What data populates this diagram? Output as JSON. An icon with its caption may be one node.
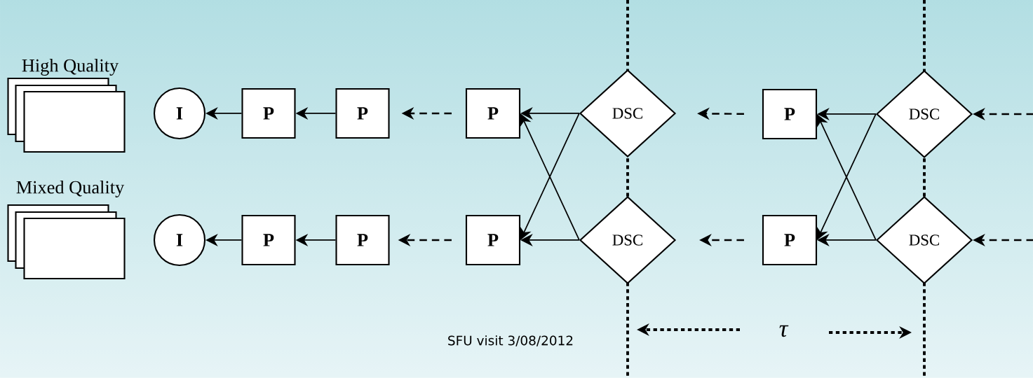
{
  "diagram": {
    "nodes": [
      {
        "text": [
          "High Quality"
        ]
      },
      {
        "text": [
          "I"
        ]
      },
      {
        "text": [
          "P"
        ]
      },
      {
        "text": [
          "P"
        ]
      },
      {
        "text": [
          "P"
        ]
      },
      {
        "text": [
          "DSC"
        ]
      },
      {
        "text": [
          "P"
        ]
      },
      {
        "text": [
          "DSC"
        ]
      },
      {
        "text": [
          "Mixed Quality"
        ]
      },
      {
        "text": [
          "I"
        ]
      },
      {
        "text": [
          "P"
        ]
      },
      {
        "text": [
          "P"
        ]
      },
      {
        "text": [
          "P"
        ]
      },
      {
        "text": [
          "DSC"
        ]
      },
      {
        "text": [
          "P"
        ]
      },
      {
        "text": [
          "DSC"
        ]
      }
    ],
    "edges": [
      {
        "from": 2,
        "to": 1,
        "arrow": "to"
      },
      {
        "from": 3,
        "to": 2,
        "arrow": "to"
      },
      {
        "from": 4,
        "to": 3,
        "arrow": "to",
        "style": "dashed"
      },
      {
        "from": 5,
        "to": 4,
        "arrow": "to"
      },
      {
        "from": 5,
        "to": 12,
        "arrow": "to"
      },
      {
        "from": 13,
        "to": 4,
        "arrow": "to"
      },
      {
        "from": 13,
        "to": 12,
        "arrow": "to"
      },
      {
        "from": 6,
        "to": 5,
        "arrow": "to",
        "style": "dashed"
      },
      {
        "from": 7,
        "to": 6,
        "arrow": "to"
      },
      {
        "from": 7,
        "to": 14,
        "arrow": "to"
      },
      {
        "from": 15,
        "to": 6,
        "arrow": "to"
      },
      {
        "from": 15,
        "to": 14,
        "arrow": "to"
      },
      {
        "from": null,
        "to": 7,
        "arrow": "to",
        "style": "dashed"
      },
      {
        "from": 10,
        "to": 9,
        "arrow": "to"
      },
      {
        "from": 11,
        "to": 10,
        "arrow": "to"
      },
      {
        "from": 12,
        "to": 11,
        "arrow": "to",
        "style": "dashed"
      },
      {
        "from": 14,
        "to": 13,
        "arrow": "to",
        "style": "dashed"
      },
      {
        "from": null,
        "to": 15,
        "arrow": "to",
        "style": "dashed"
      }
    ],
    "labels": [
      "SFU visit 3/08/2012",
      "τ"
    ]
  }
}
